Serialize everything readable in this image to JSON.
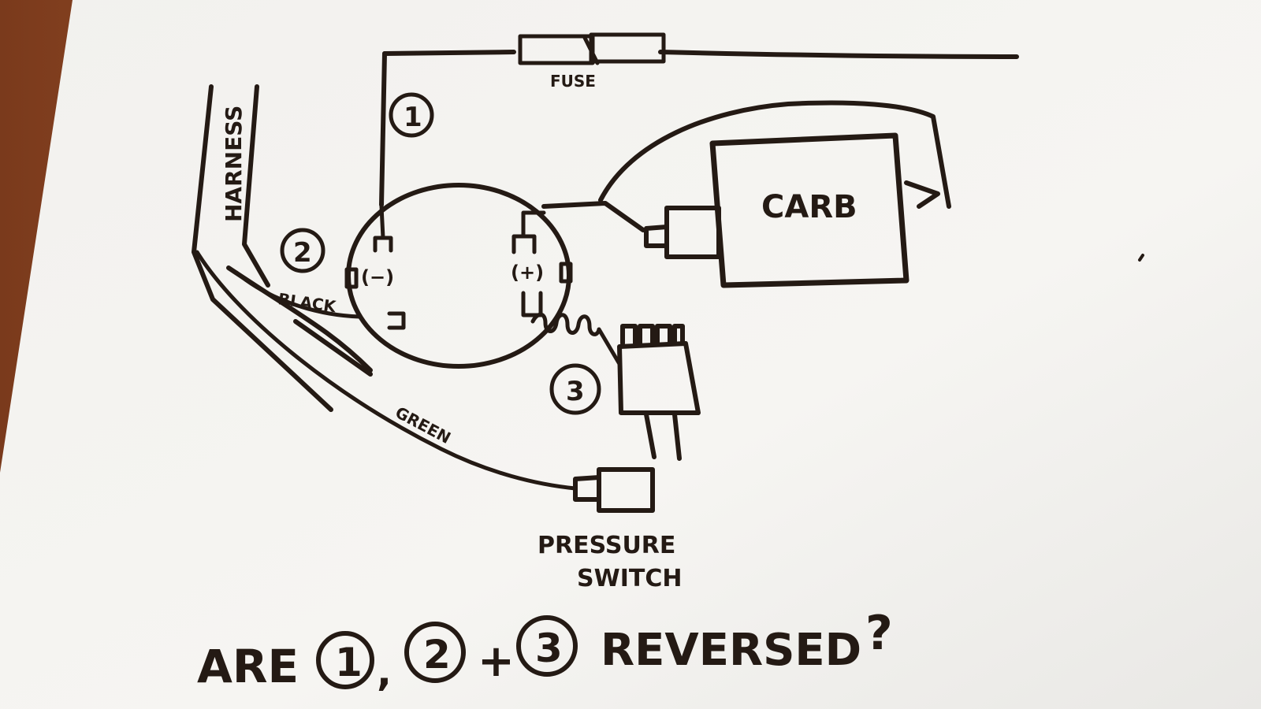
{
  "labels": {
    "fuse": "FUSE",
    "harness": "HARNESS",
    "carb": "CARB",
    "black": "BLACK",
    "green": "GREEN",
    "neg_terminal": "(−)",
    "pos_terminal": "(+)",
    "pressure_switch_line1": "PRESSURE",
    "pressure_switch_line2": "SWITCH"
  },
  "markers": {
    "one": "1",
    "two": "2",
    "three": "3"
  },
  "question": {
    "text_start": "ARE",
    "marker_1": "1",
    "comma": ",",
    "marker_2": "2",
    "plus": "+",
    "marker_3": "3",
    "text_end": "REVERSED",
    "question_mark": "?"
  },
  "colors": {
    "ink": "#241a14",
    "paper": "#f4f3f0",
    "wood": "#a0522d"
  }
}
